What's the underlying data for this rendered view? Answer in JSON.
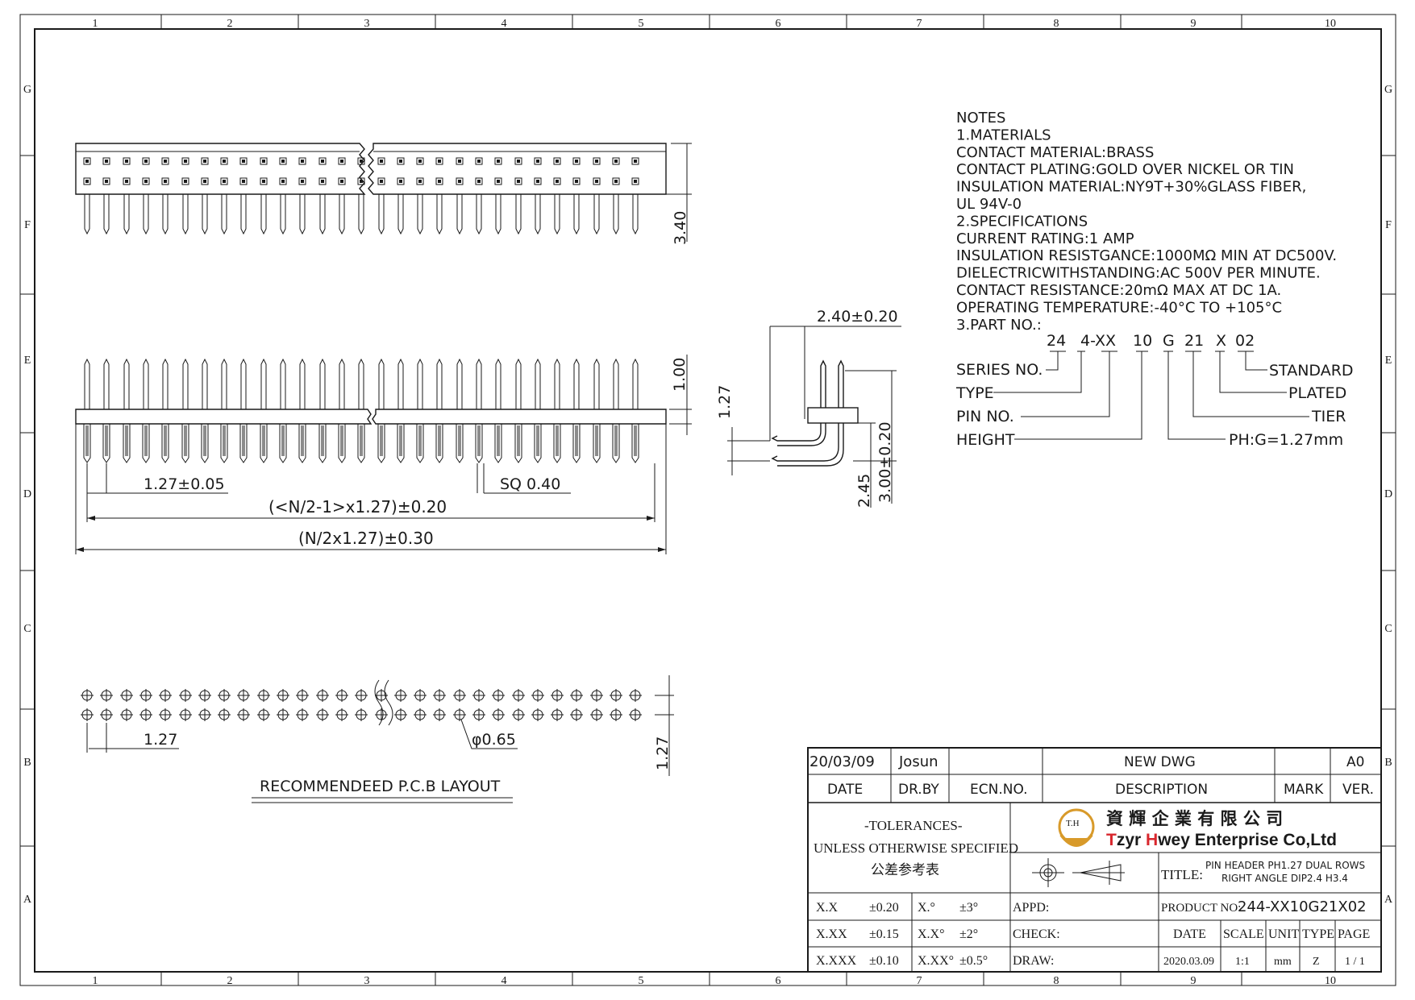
{
  "frame": {
    "col_labels": [
      "1",
      "2",
      "3",
      "4",
      "5",
      "6",
      "7",
      "8",
      "9",
      "10"
    ],
    "row_labels": [
      "G",
      "F",
      "E",
      "D",
      "C",
      "B",
      "A"
    ]
  },
  "notes": {
    "lines": [
      "NOTES",
      "1.MATERIALS",
      "CONTACT  MATERIAL:BRASS",
      "CONTACT  PLATING:GOLD  OVER  NICKEL  OR  TIN",
      "INSULATION  MATERIAL:NY9T+30%GLASS  FIBER,",
      "UL  94V-0",
      "2.SPECIFICATIONS",
      "CURRENT  RATING:1  AMP",
      "INSULATION  RESISTGANCE:1000MΩ  MIN  AT  DC500V.",
      "DIELECTRICWITHSTANDING:AC  500V  PER  MINUTE.",
      "CONTACT  RESISTANCE:20mΩ  MAX  AT  DC  1A.",
      "OPERATING  TEMPERATURE:-40°C  TO  +105°C",
      "3.PART  NO.:"
    ]
  },
  "part_no": {
    "segments": [
      "24",
      "4-XX",
      "10",
      "G",
      "21",
      "X",
      "02"
    ],
    "series_label": "SERIES  NO.",
    "type_label": "TYPE",
    "pin_label": "PIN  NO.",
    "height_label": "HEIGHT",
    "standard_label": "STANDARD",
    "plated_label": "PLATED",
    "tier_label": "TIER",
    "ph_label": "PH:G=1.27mm"
  },
  "dimensions": {
    "height_340": "3.40",
    "dim_100": "1.00",
    "pitch": "1.27±0.05",
    "sq": "SQ  0.40",
    "span_inner": "(<N/2-1>x1.27)±0.20",
    "span_outer": "(N/2x1.27)±0.30",
    "side_240": "2.40±0.20",
    "side_127": "1.27",
    "side_245": "2.45",
    "side_300": "3.00±0.20",
    "pcb_127_h": "1.27",
    "pcb_hole": "φ0.65",
    "pcb_127_v": "1.27"
  },
  "pcb_layout_title": "RECOMMENDEED  P.C.B  LAYOUT",
  "title_block": {
    "date_value": "20/03/09",
    "drawer_value": "Josun",
    "new_dwg": "NEW  DWG",
    "ver_value": "A0",
    "date_header": "DATE",
    "drby_header": "DR.BY",
    "ecn_header": "ECN.NO.",
    "desc_header": "DESCRIPTION",
    "mark_header": "MARK",
    "ver_header": "VER.",
    "tolerances": "-TOLERANCES-",
    "unless": "UNLESS OTHERWISE SPECIFIED",
    "cn_ref": "公差参考表",
    "company_cn": "資 輝 企 業 有 限 公 司",
    "company_en_t": "T",
    "company_en_zyr": "zyr ",
    "company_en_h": "H",
    "company_en_rest": "wey Enterprise Co,Ltd",
    "logo_text": "T.H",
    "title_label": "TITLE:",
    "title_line1": "PIN HEADER PH1.27 DUAL ROWS",
    "title_line2": "RIGHT ANGLE DIP2.4 H3.4",
    "tol_rows": [
      {
        "fmt": "X.X",
        "tol": "±0.20",
        "afmt": "X.°",
        "atol": "±3°"
      },
      {
        "fmt": "X.XX",
        "tol": "±0.15",
        "afmt": "X.X°",
        "atol": "±2°"
      },
      {
        "fmt": "X.XXX",
        "tol": "±0.10",
        "afmt": "X.XX°",
        "atol": "±0.5°"
      }
    ],
    "appd": "APPD:",
    "check": "CHECK:",
    "draw": "DRAW:",
    "product_no_label": "PRODUCT NO:",
    "product_no": "244-XX10G21X02",
    "date_col": "DATE",
    "scale_col": "SCALE",
    "unit_col": "UNIT",
    "type_col": "TYPE",
    "page_col": "PAGE",
    "date_val": "2020.03.09",
    "scale_val": "1:1",
    "unit_val": "mm",
    "type_val": "Z",
    "page_val": "1 / 1"
  },
  "colors": {
    "logo_gold": "#d89a2a",
    "brand_red": "#d8262c"
  }
}
